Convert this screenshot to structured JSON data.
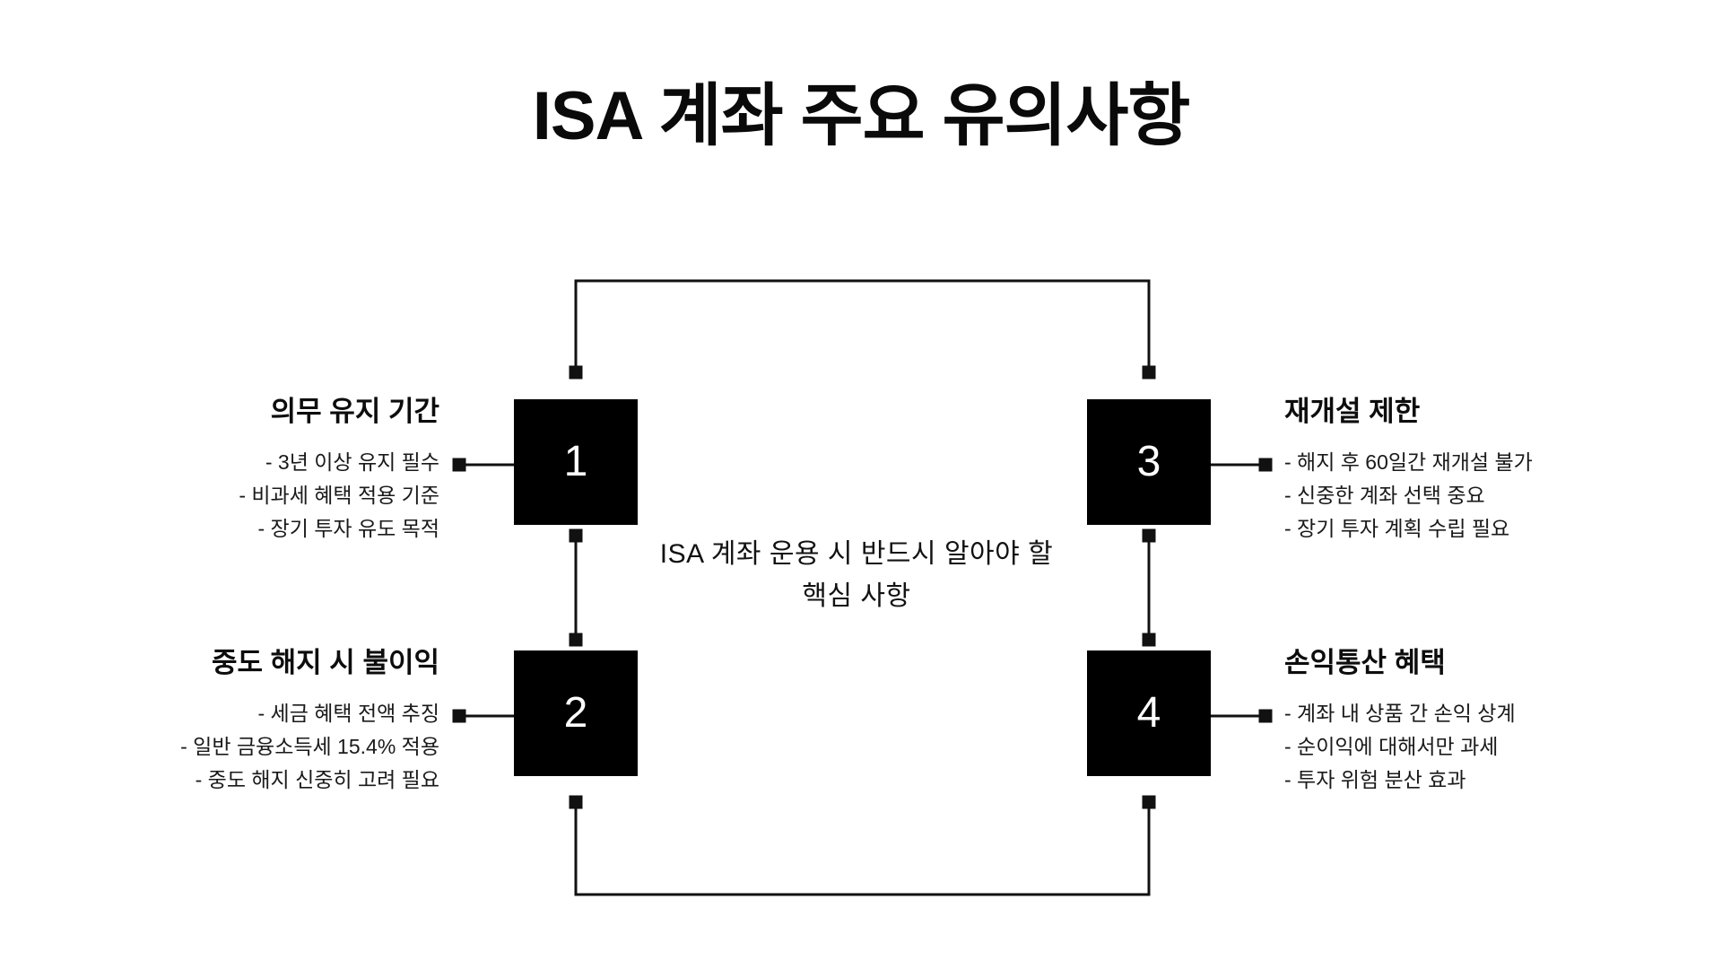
{
  "title": "ISA 계좌 주요 유의사항",
  "center_caption": "ISA 계좌 운용 시 반드시 알아야 할 핵심 사항",
  "colors": {
    "background": "#ffffff",
    "node_fill": "#000000",
    "node_text": "#ffffff",
    "connector": "#111111",
    "title_text": "#0a0a0a",
    "body_text": "#1a1a1a"
  },
  "nodes": [
    {
      "number": "1",
      "side": "left",
      "heading": "의무 유지 기간",
      "bullets": [
        "- 3년 이상 유지 필수",
        "- 비과세 혜택 적용 기준",
        "- 장기 투자 유도 목적"
      ]
    },
    {
      "number": "2",
      "side": "left",
      "heading": "중도 해지 시 불이익",
      "bullets": [
        "- 세금 혜택 전액 추징",
        "- 일반 금융소득세 15.4% 적용",
        "- 중도 해지 신중히 고려 필요"
      ]
    },
    {
      "number": "3",
      "side": "right",
      "heading": "재개설 제한",
      "bullets": [
        "- 해지 후 60일간 재개설 불가",
        "- 신중한 계좌 선택 중요",
        "- 장기 투자 계획 수립 필요"
      ]
    },
    {
      "number": "4",
      "side": "right",
      "heading": "손익통산 혜택",
      "bullets": [
        "- 계좌 내 상품 간 손익 상계",
        "- 순이익에 대해서만 과세",
        "- 투자 위험 분산 효과"
      ]
    }
  ]
}
